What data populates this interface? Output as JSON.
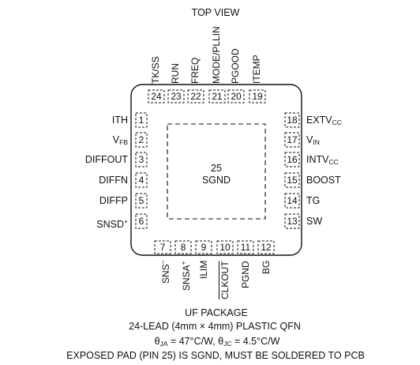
{
  "top_label": "TOP VIEW",
  "center_pad": {
    "number": "25",
    "name": "SGND"
  },
  "pins_top": [
    {
      "num": "24",
      "name": "TK/SS"
    },
    {
      "num": "23",
      "name": "RUN"
    },
    {
      "num": "22",
      "name": "FREQ"
    },
    {
      "num": "21",
      "name": "MODE/PLLIN"
    },
    {
      "num": "20",
      "name": "PGOOD"
    },
    {
      "num": "19",
      "name": "ITEMP"
    }
  ],
  "pins_left": [
    {
      "num": "1",
      "name": "ITH"
    },
    {
      "num": "2",
      "name": "V",
      "sub": "FB"
    },
    {
      "num": "3",
      "name": "DIFFOUT"
    },
    {
      "num": "4",
      "name": "DIFFN"
    },
    {
      "num": "5",
      "name": "DIFFP"
    },
    {
      "num": "6",
      "name": "SNSD",
      "sup": "+"
    }
  ],
  "pins_right": [
    {
      "num": "18",
      "name": "EXTV",
      "sub": "CC"
    },
    {
      "num": "17",
      "name": "V",
      "sub": "IN"
    },
    {
      "num": "16",
      "name": "INTV",
      "sub": "CC"
    },
    {
      "num": "15",
      "name": "BOOST"
    },
    {
      "num": "14",
      "name": "TG"
    },
    {
      "num": "13",
      "name": "SW"
    }
  ],
  "pins_bottom": [
    {
      "num": "7",
      "name": "SNS",
      "sup": "–"
    },
    {
      "num": "8",
      "name": "SNSA",
      "sup": "+"
    },
    {
      "num": "9",
      "name": "ILIM"
    },
    {
      "num": "10",
      "name": "CLKOUT"
    },
    {
      "num": "11",
      "name": "PGND"
    },
    {
      "num": "12",
      "name": "BG"
    }
  ],
  "caption": {
    "package": "UF PACKAGE",
    "lead": "24-LEAD (4mm × 4mm) PLASTIC QFN",
    "theta_ja_symbol": "θ",
    "theta_ja_sub": "JA",
    "theta_ja_value": " = 47°C/W, ",
    "theta_jc_symbol": "θ",
    "theta_jc_sub": "JC",
    "theta_jc_value": " = 4.5°C/W",
    "exposed_pad": "EXPOSED PAD (PIN 25) IS SGND, MUST BE SOLDERED TO PCB"
  }
}
